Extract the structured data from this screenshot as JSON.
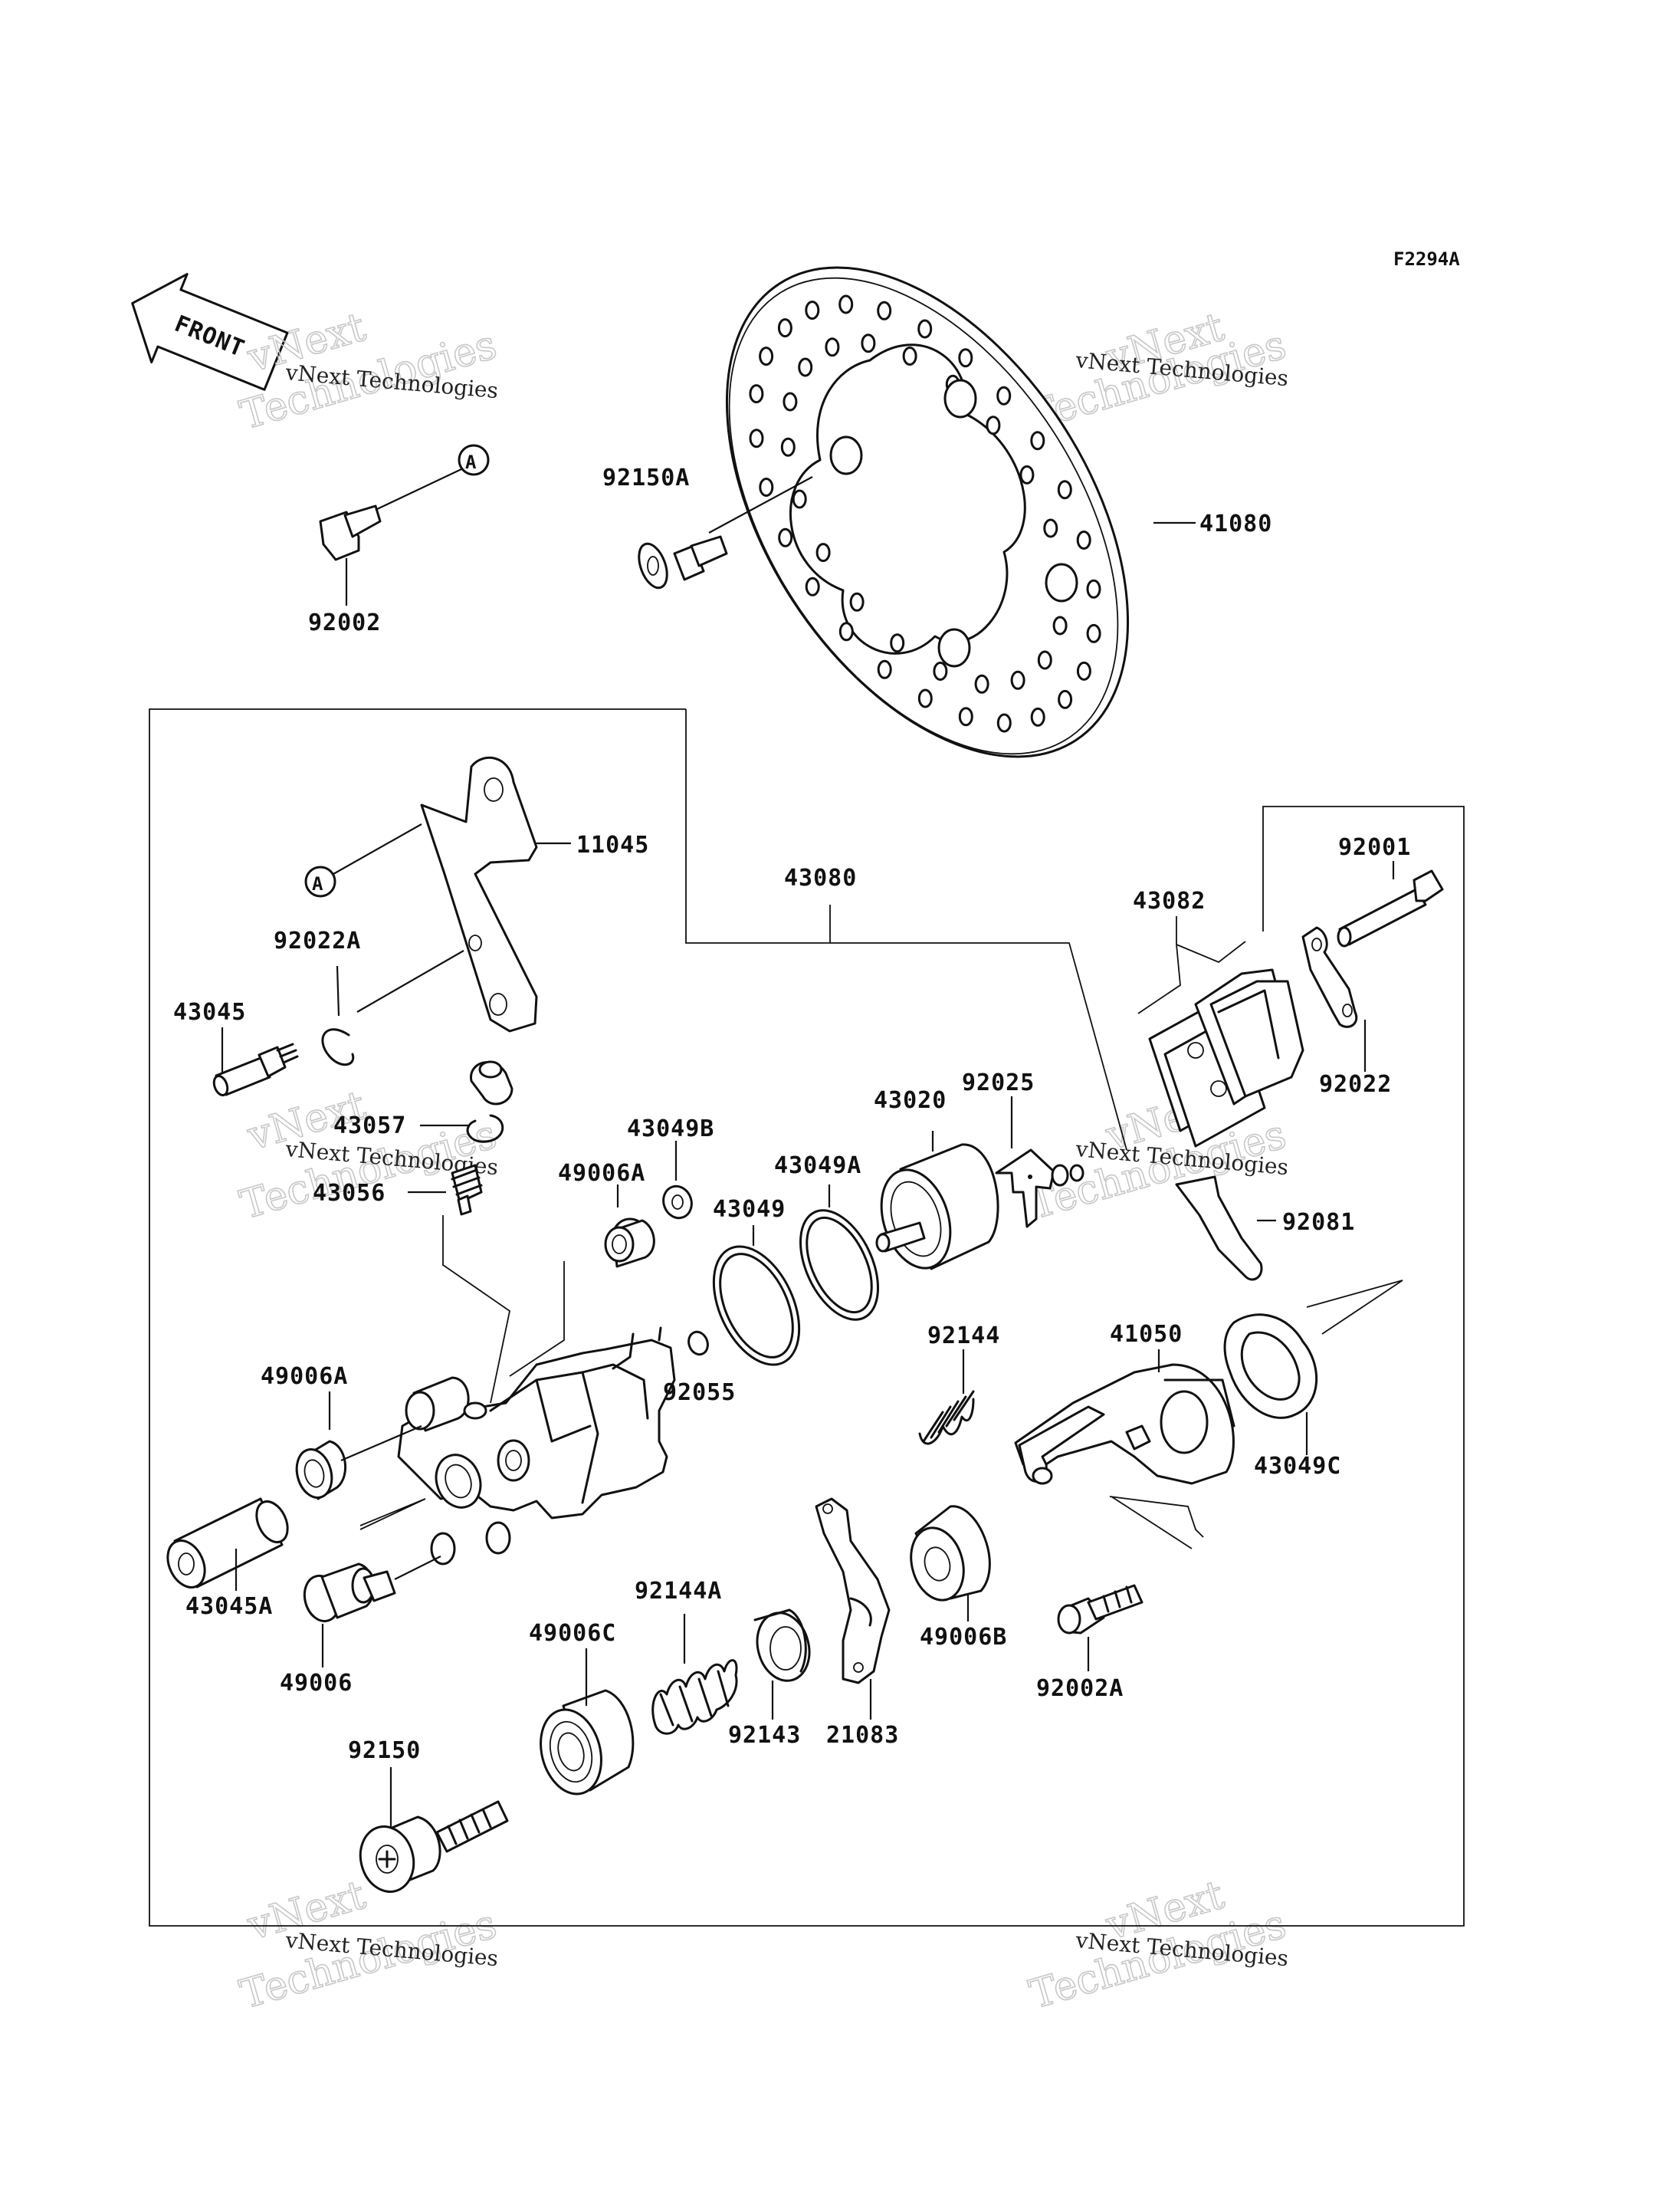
{
  "diagram_code": "F2294A",
  "front_label": "FRONT",
  "reference_marker": "A",
  "watermark": {
    "small": "vNext Technologies",
    "large": "vNext\nTechnologies"
  },
  "parts": {
    "p41080": "41080",
    "p92150A": "92150A",
    "p92002": "92002",
    "p11045": "11045",
    "p43080": "43080",
    "p92001": "92001",
    "p43082": "43082",
    "p92022A": "92022A",
    "p43045": "43045",
    "p92025": "92025",
    "p92022": "92022",
    "p43057": "43057",
    "p43049B": "43049B",
    "p43020": "43020",
    "p49006A_top": "49006A",
    "p43049A": "43049A",
    "p43056": "43056",
    "p43049": "43049",
    "p92081": "92081",
    "p92144": "92144",
    "p41050": "41050",
    "p49006A_mid": "49006A",
    "p92055": "92055",
    "p43049C": "43049C",
    "p43045A": "43045A",
    "p49006B": "49006B",
    "p92144A": "92144A",
    "p49006": "49006",
    "p49006C": "49006C",
    "p92143": "92143",
    "p21083": "21083",
    "p92002A": "92002A",
    "p92150": "92150"
  }
}
